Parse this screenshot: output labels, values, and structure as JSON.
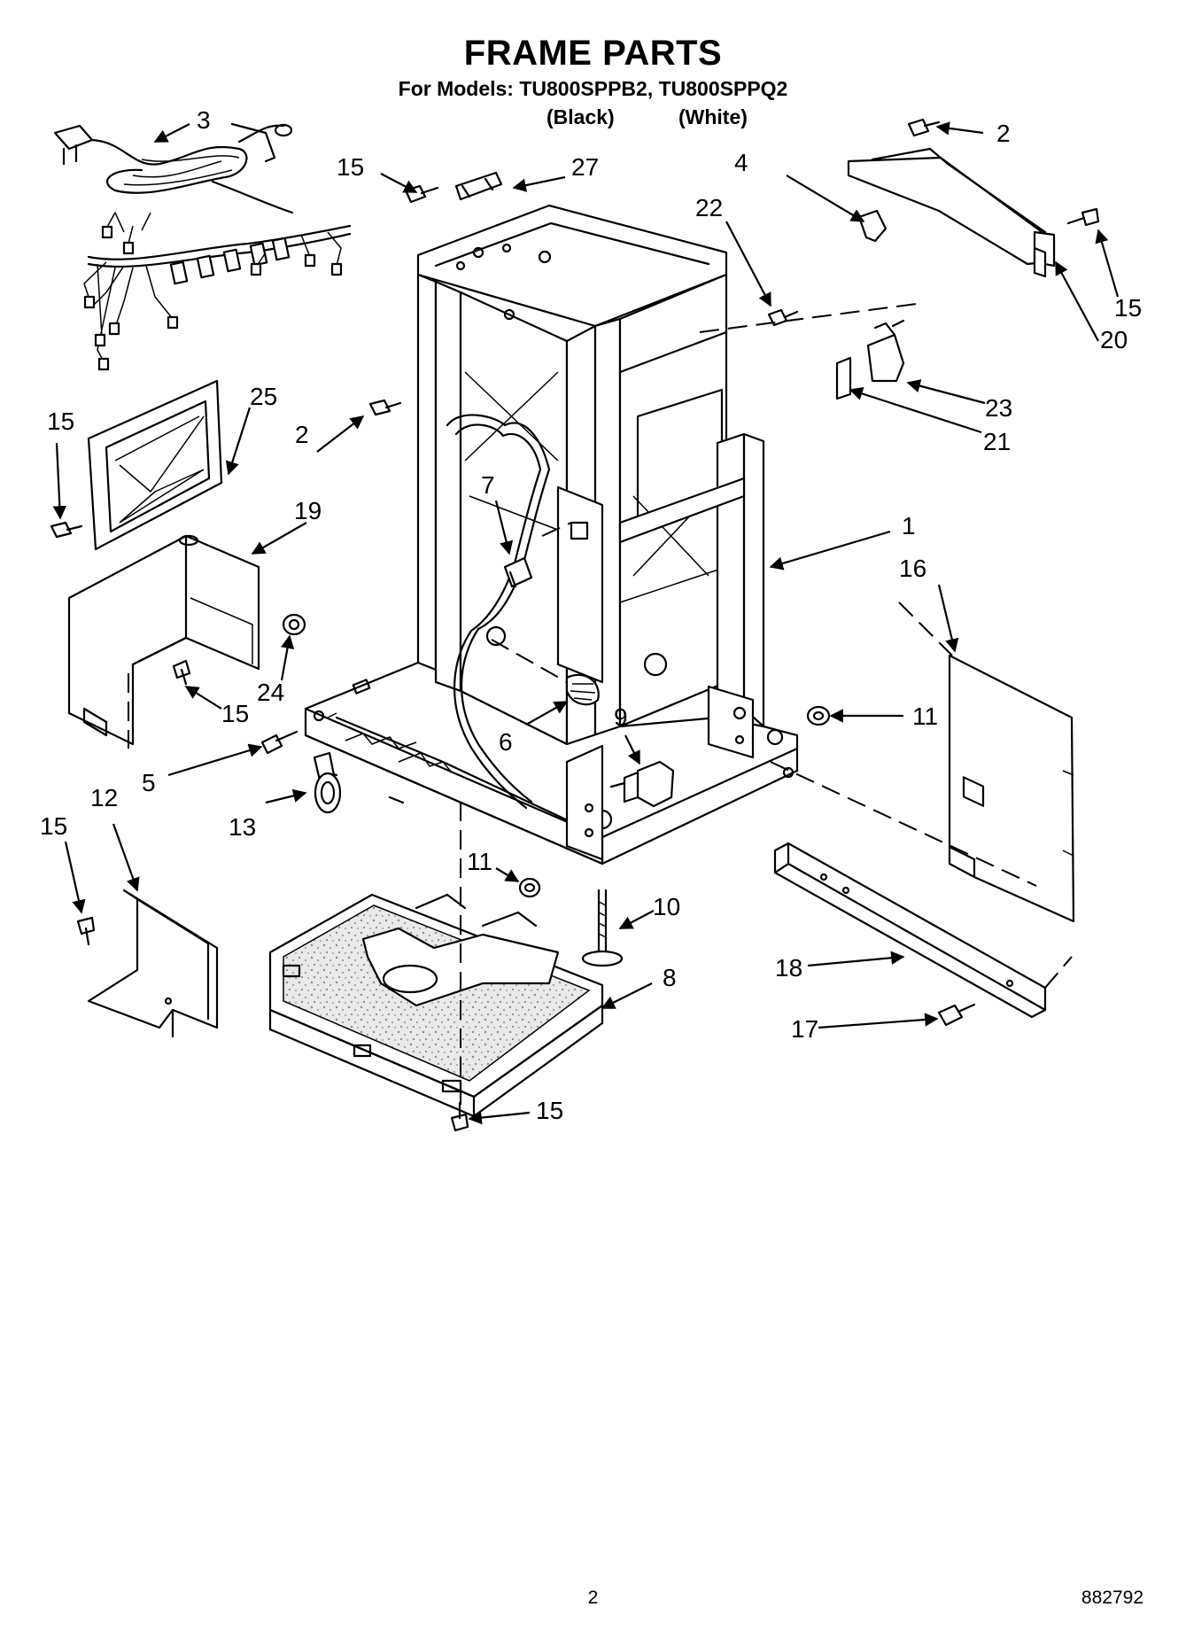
{
  "header": {
    "title": "FRAME PARTS",
    "models_line": "For Models: TU800SPPB2, TU800SPPQ2",
    "variant_black": "(Black)",
    "variant_white": "(White)"
  },
  "callouts": [
    {
      "id": "c3",
      "text": "3"
    },
    {
      "id": "c2a",
      "text": "2"
    },
    {
      "id": "c15a",
      "text": "15"
    },
    {
      "id": "c27",
      "text": "27"
    },
    {
      "id": "c4",
      "text": "4"
    },
    {
      "id": "c22",
      "text": "22"
    },
    {
      "id": "c15b",
      "text": "15"
    },
    {
      "id": "c20",
      "text": "20"
    },
    {
      "id": "c23",
      "text": "23"
    },
    {
      "id": "c21",
      "text": "21"
    },
    {
      "id": "c15c",
      "text": "15"
    },
    {
      "id": "c25",
      "text": "25"
    },
    {
      "id": "c2b",
      "text": "2"
    },
    {
      "id": "c7",
      "text": "7"
    },
    {
      "id": "c19",
      "text": "19"
    },
    {
      "id": "c1",
      "text": "1"
    },
    {
      "id": "c16",
      "text": "16"
    },
    {
      "id": "c24",
      "text": "24"
    },
    {
      "id": "c15d",
      "text": "15"
    },
    {
      "id": "c6",
      "text": "6"
    },
    {
      "id": "c9",
      "text": "9"
    },
    {
      "id": "c11a",
      "text": "11"
    },
    {
      "id": "c5",
      "text": "5"
    },
    {
      "id": "c13",
      "text": "13"
    },
    {
      "id": "c12",
      "text": "12"
    },
    {
      "id": "c15e",
      "text": "15"
    },
    {
      "id": "c11b",
      "text": "11"
    },
    {
      "id": "c10",
      "text": "10"
    },
    {
      "id": "c18",
      "text": "18"
    },
    {
      "id": "c8",
      "text": "8"
    },
    {
      "id": "c17",
      "text": "17"
    },
    {
      "id": "c15f",
      "text": "15"
    }
  ],
  "footer": {
    "page_number": "2",
    "document_code": "882792"
  }
}
